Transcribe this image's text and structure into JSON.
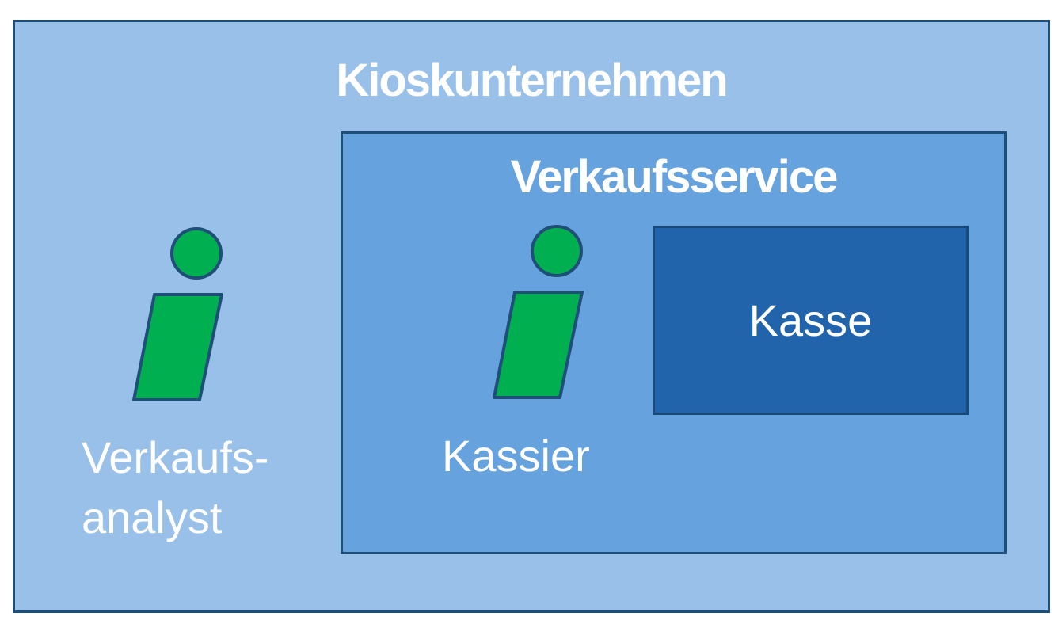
{
  "diagram": {
    "outer_box": {
      "title": "Kioskunternehmen",
      "fill": "#99c0e8",
      "border": "#1f4e79"
    },
    "inner_box": {
      "title": "Verkaufsservice",
      "fill": "#66a2de",
      "border": "#1f4e79"
    },
    "component": {
      "label": "Kasse",
      "fill": "#2264ab"
    },
    "actors": {
      "analyst": {
        "label_line1": "Verkaufs-",
        "label_line2": "analyst",
        "icon": "person-icon"
      },
      "cashier": {
        "label": "Kassier",
        "icon": "person-icon"
      }
    },
    "actor_color": "#00b050",
    "text_color": "#ffffff"
  }
}
